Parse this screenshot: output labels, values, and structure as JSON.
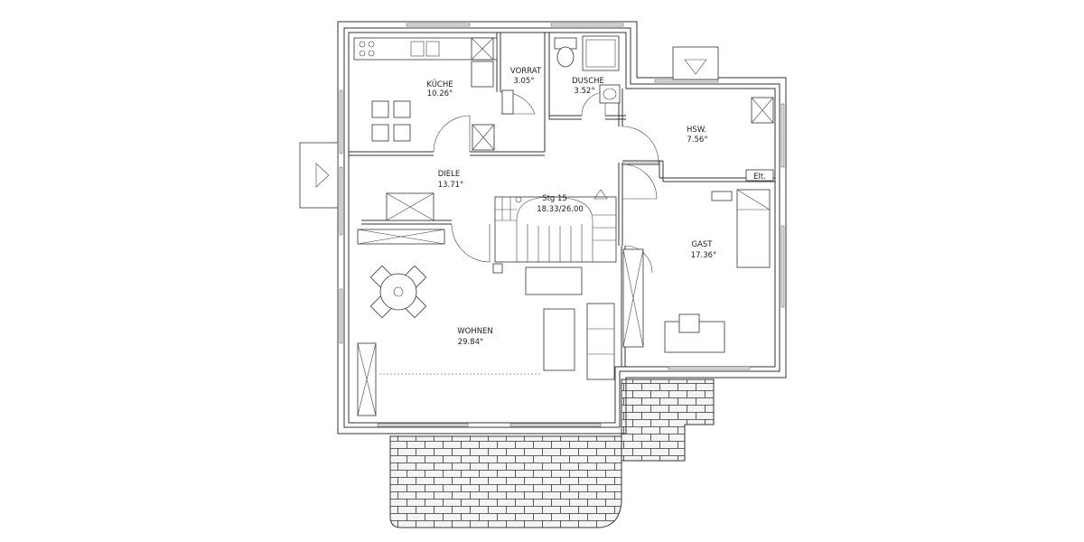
{
  "rooms": {
    "kueche": {
      "name": "KÜCHE",
      "area": "10.26°"
    },
    "vorrat": {
      "name": "VORRAT",
      "area": "3.05°"
    },
    "dusche": {
      "name": "DUSCHE",
      "area": "3.52°"
    },
    "hsw": {
      "name": "HSW.",
      "area": "7.56°"
    },
    "diele": {
      "name": "DIELE",
      "area": "13.71°"
    },
    "gast": {
      "name": "GAST",
      "area": "17.36°"
    },
    "wohnen": {
      "name": "WOHNEN",
      "area": "29.84°"
    }
  },
  "stair": {
    "label": "Stg 15",
    "dims": "18.33/26.00"
  },
  "elt_label": "Elt."
}
